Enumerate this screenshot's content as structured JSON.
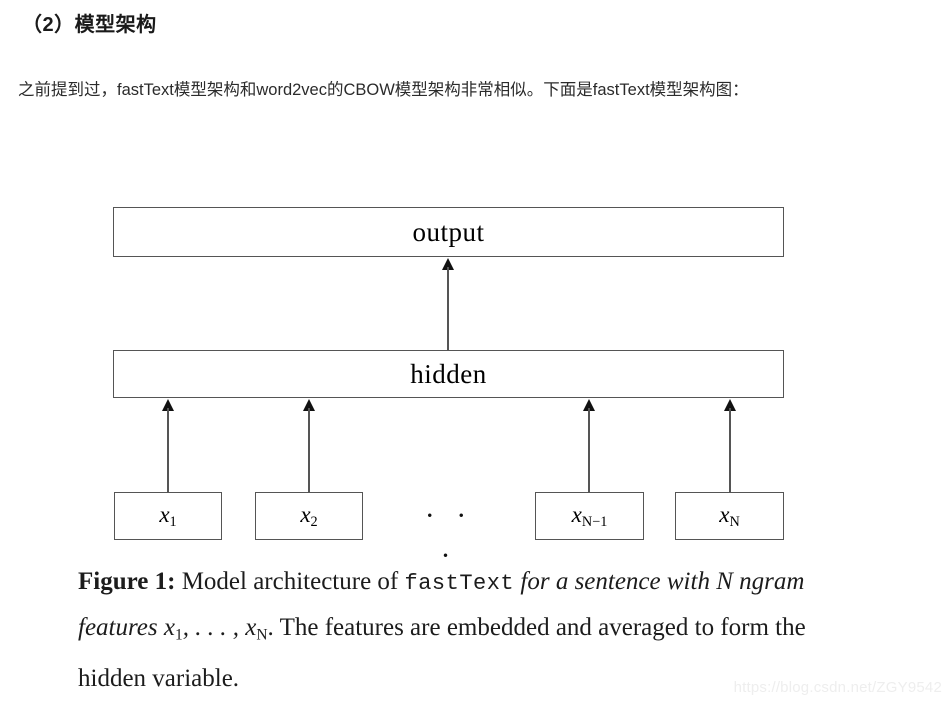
{
  "article": {
    "heading": "（2）模型架构",
    "paragraph": "之前提到过，fastText模型架构和word2vec的CBOW模型架构非常相似。下面是fastText模型架构图："
  },
  "figure": {
    "diagram": {
      "output_layer_label": "output",
      "hidden_layer_label": "hidden",
      "ellipsis": "· · ·",
      "inputs": [
        {
          "base": "x",
          "sub": "1"
        },
        {
          "base": "x",
          "sub": "2"
        },
        {
          "base": "x",
          "sub": "N−1"
        },
        {
          "base": "x",
          "sub": "N"
        }
      ],
      "arrows": [
        {
          "name": "hidden-to-output"
        },
        {
          "name": "x1-to-hidden"
        },
        {
          "name": "x2-to-hidden"
        },
        {
          "name": "xn1-to-hidden"
        },
        {
          "name": "xn-to-hidden"
        }
      ]
    },
    "caption": {
      "label": "Figure 1:",
      "text_part1": " Model architecture of ",
      "mono_term": "fastText",
      "text_part2": " for a sentence with N ngram features x",
      "sub1": "1",
      "text_part3": ", . . . , x",
      "sub2": "N",
      "text_part4": ". The features are embedded and averaged to form the hidden variable."
    }
  },
  "watermark": {
    "text": "https://blog.csdn.net/ZGY9542"
  },
  "colors": {
    "box_border": "#555555",
    "arrow_head": "#111111",
    "text": "#000000",
    "body_text": "#2b2b2b",
    "watermark": "#eeeeee",
    "background": "#ffffff"
  }
}
